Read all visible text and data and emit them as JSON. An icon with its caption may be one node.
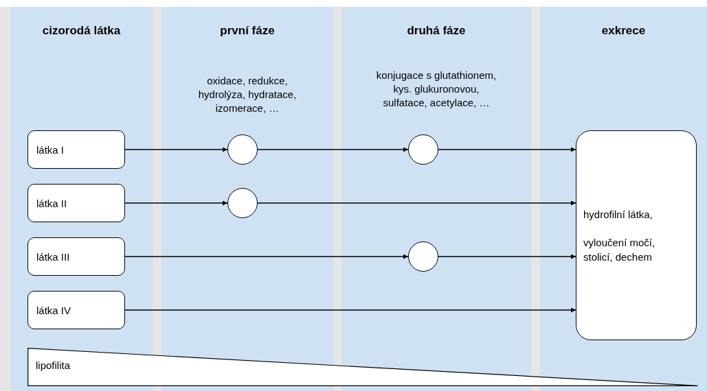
{
  "diagram": {
    "nodes": [
      {
        "text": [
          "cizorodá látka"
        ]
      },
      {
        "text": [
          "první fáze",
          "oxidace, redukce, hydrolýza, hydratace, izomerace, …"
        ]
      },
      {
        "text": [
          "druhá fáze",
          "konjugace s glutathionem, kys. glukuronovou, sulfatace, acetylace, …"
        ]
      },
      {
        "text": [
          "exkrece"
        ]
      },
      {
        "text": [
          "látka I"
        ],
        "in": 0
      },
      {
        "text": [
          "látka II"
        ],
        "in": 0
      },
      {
        "text": [
          "látka III"
        ],
        "in": 0
      },
      {
        "text": [
          "látka IV"
        ],
        "in": 0
      },
      {
        "text": [],
        "shape": "circle",
        "in": 1
      },
      {
        "text": [],
        "shape": "circle",
        "in": 2
      },
      {
        "text": [],
        "shape": "circle",
        "in": 1
      },
      {
        "text": [],
        "shape": "circle",
        "in": 2
      },
      {
        "text": [
          "hydrofilní látka,",
          "vyloučení močí, stolicí, dechem"
        ],
        "in": 3
      },
      {
        "text": [
          "lipofilita"
        ]
      }
    ],
    "edges": [
      {
        "from": 4,
        "to": 8,
        "arrow": "to"
      },
      {
        "from": 8,
        "to": 9,
        "arrow": "to"
      },
      {
        "from": 9,
        "to": 12,
        "arrow": "to"
      },
      {
        "from": 5,
        "to": 10,
        "arrow": "to"
      },
      {
        "from": 10,
        "to": 12,
        "arrow": "to"
      },
      {
        "from": 6,
        "to": 11,
        "arrow": "to"
      },
      {
        "from": 11,
        "to": 12,
        "arrow": "to"
      },
      {
        "from": 7,
        "to": 12,
        "arrow": "to"
      }
    ]
  }
}
